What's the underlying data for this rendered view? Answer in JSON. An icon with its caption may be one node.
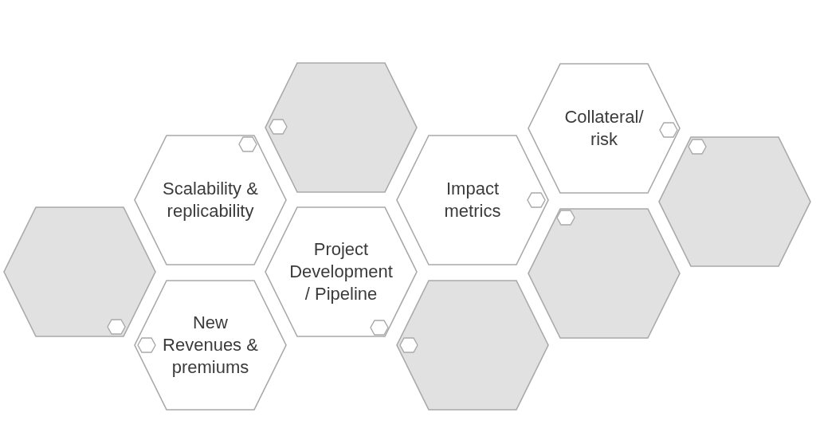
{
  "diagram": {
    "nodes": [
      {
        "text": [],
        "shape": "hexagon"
      },
      {
        "text": [
          "Scalability & replicability"
        ]
      },
      {
        "text": [
          "New Revenues & premiums"
        ]
      },
      {
        "text": [],
        "shape": "hexagon"
      },
      {
        "text": [
          "Project Development / Pipeline"
        ]
      },
      {
        "text": [
          "Impact metrics"
        ]
      },
      {
        "text": [],
        "shape": "hexagon"
      },
      {
        "text": [
          "Collateral/ risk"
        ]
      },
      {
        "text": [],
        "shape": "hexagon"
      },
      {
        "text": [],
        "shape": "hexagon"
      }
    ]
  }
}
